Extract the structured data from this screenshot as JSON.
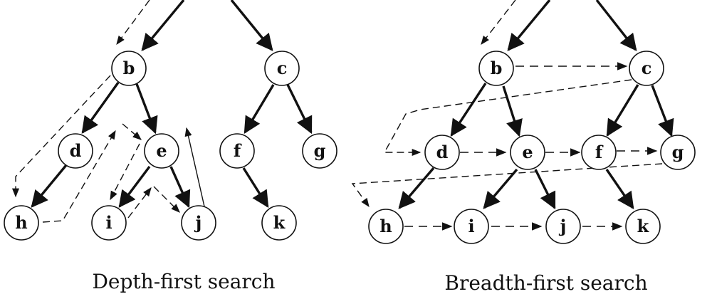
{
  "dfs": {
    "caption": "Depth-first search",
    "nodes": [
      "b",
      "c",
      "d",
      "e",
      "f",
      "g",
      "h",
      "i",
      "j",
      "k"
    ]
  },
  "bfs": {
    "caption": "Breadth-first search",
    "nodes": [
      "b",
      "c",
      "d",
      "e",
      "f",
      "g",
      "h",
      "i",
      "j",
      "k"
    ]
  },
  "colors": {
    "ink": "#111111",
    "background": "#ffffff"
  }
}
